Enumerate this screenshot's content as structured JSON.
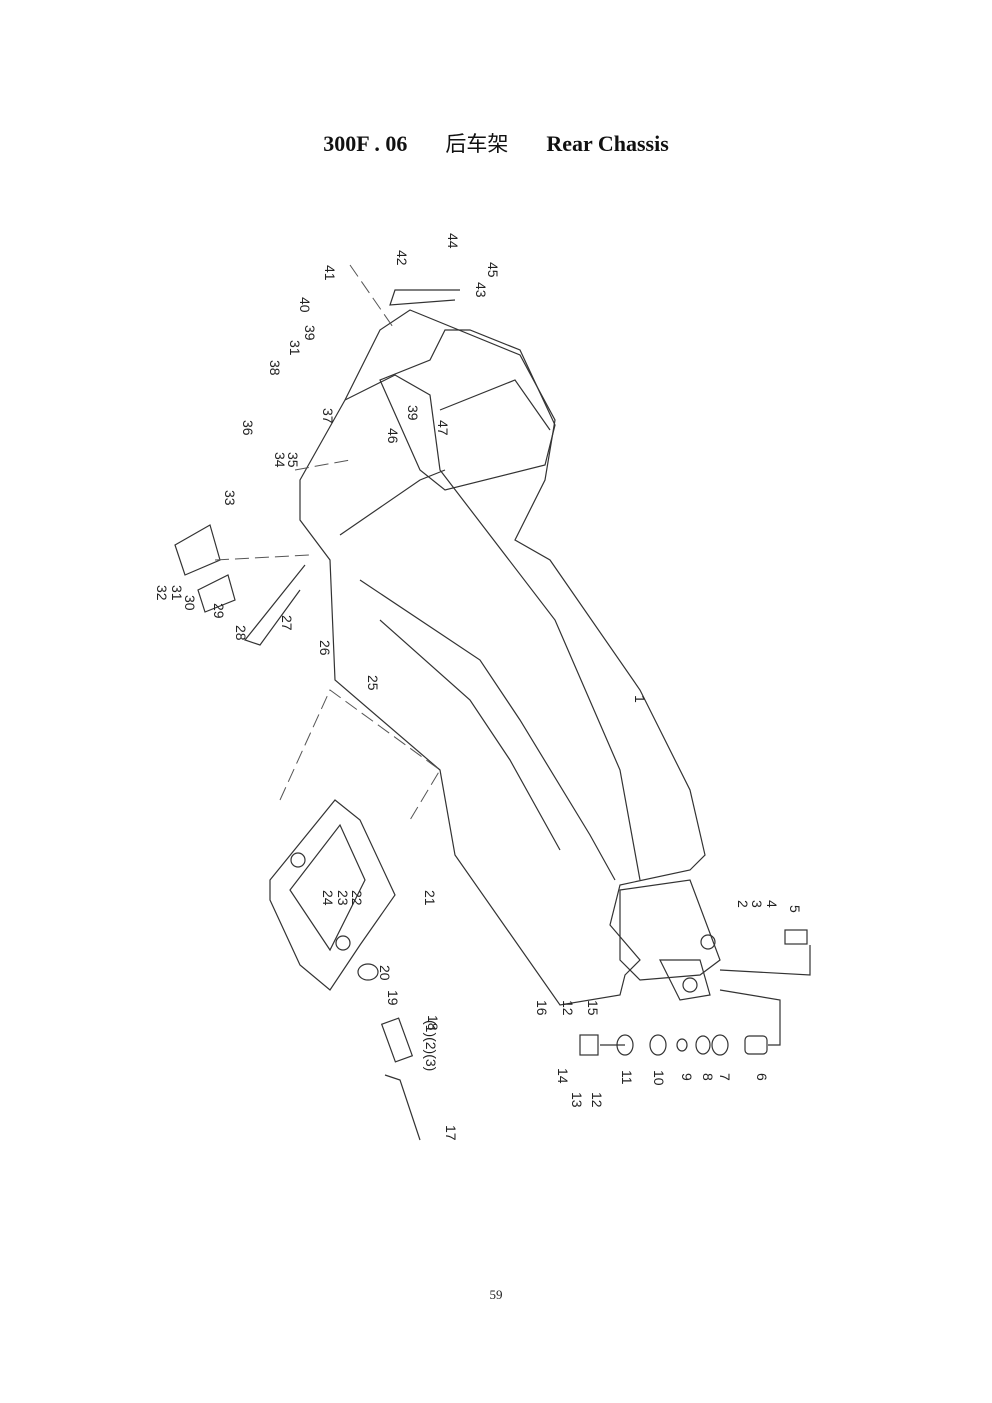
{
  "header": {
    "code": "300F . 06",
    "title_cn": "后车架",
    "title_en": "Rear Chassis"
  },
  "diagram": {
    "callouts": [
      "1",
      "2",
      "3",
      "4",
      "5",
      "6",
      "7",
      "8",
      "9",
      "10",
      "11",
      "12",
      "12",
      "13",
      "14",
      "15",
      "16",
      "17",
      "18",
      "19",
      "20",
      "21",
      "22",
      "23",
      "24",
      "25",
      "26",
      "27",
      "28",
      "29",
      "30",
      "31",
      "31",
      "32",
      "33",
      "34",
      "35",
      "36",
      "37",
      "38",
      "39",
      "39",
      "40",
      "41",
      "42",
      "43",
      "44",
      "45",
      "46",
      "47",
      "(1)(2)(3)"
    ]
  },
  "footer": {
    "page_number": "59"
  }
}
